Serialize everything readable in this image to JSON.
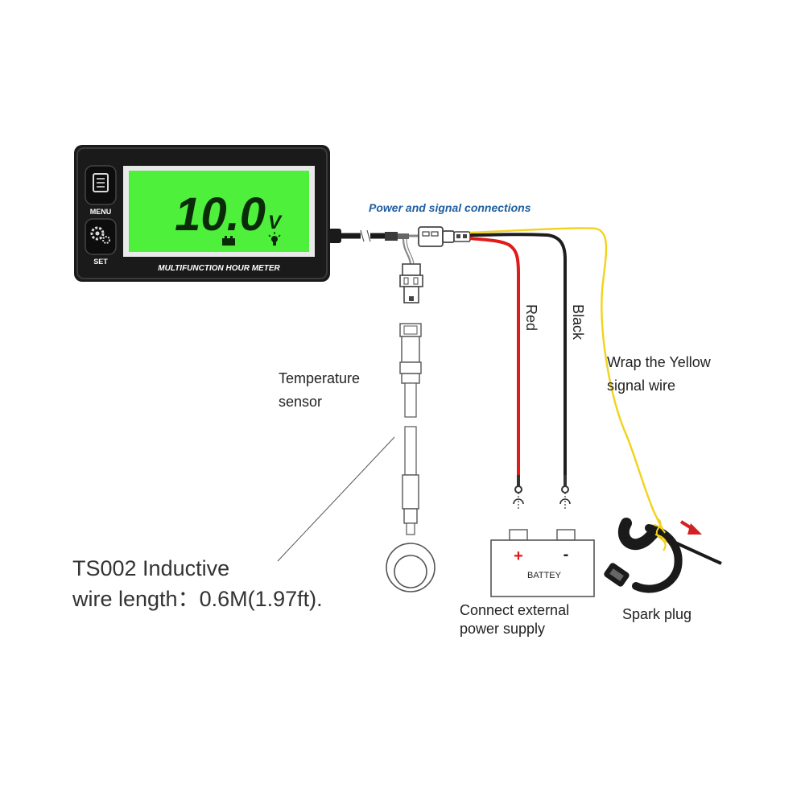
{
  "meter": {
    "menu_label": "MENU",
    "set_label": "SET",
    "display_value": "10.0",
    "display_unit": "V",
    "title": "MULTIFUNCTION HOUR METER",
    "icons": [
      "menu-icon",
      "gear-icon",
      "battery-icon",
      "bulb-icon"
    ]
  },
  "labels": {
    "power_signal": "Power and signal connections",
    "red": "Red",
    "black": "Black",
    "wrap_line1": "Wrap the Yellow",
    "wrap_line2": "signal wire",
    "temp_line1": "Temperature",
    "temp_line2": "sensor",
    "ts_line1": "TS002 Inductive",
    "ts_line2": "wire length：0.6M(1.97ft).",
    "battery_plus": "+",
    "battery_minus": "-",
    "battery_text": "BATTEY",
    "connect_line1": "Connect external",
    "connect_line2": "power supply",
    "spark_plug": "Spark plug"
  },
  "colors": {
    "lcd_green": "#4ef03c",
    "lcd_digits": "#0a2a0a",
    "meter_body": "#1a1a1a",
    "red_wire": "#e11b1b",
    "black_wire": "#1e1e1e",
    "yellow_wire": "#f2d21c",
    "heading_blue": "#1f5fa0",
    "arrow_red": "#d42020"
  }
}
